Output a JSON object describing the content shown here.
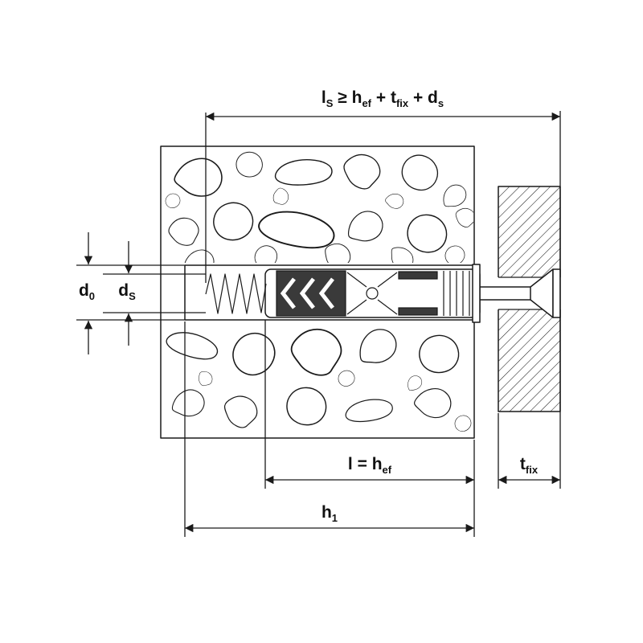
{
  "diagram": {
    "kind": "anchor-installation-technical-drawing",
    "colors": {
      "line": "#1a1a1a",
      "anchor_dark": "#3a3a3a",
      "anchor_light": "#ececec",
      "background": "#ffffff"
    }
  },
  "labels": {
    "top_formula": [
      {
        "t": "l",
        "s": "S"
      },
      {
        "t": " ≥ "
      },
      {
        "t": "h",
        "s": "ef"
      },
      {
        "t": " + "
      },
      {
        "t": "t",
        "s": "fix"
      },
      {
        "t": " + "
      },
      {
        "t": "d",
        "s": "s"
      }
    ],
    "d0": [
      {
        "t": "d",
        "s": "0"
      }
    ],
    "ds": [
      {
        "t": "d",
        "s": "S"
      }
    ],
    "l_hef": [
      {
        "t": "l = "
      },
      {
        "t": "h",
        "s": "ef"
      }
    ],
    "tfix": [
      {
        "t": "t",
        "s": "fix"
      }
    ],
    "h1": [
      {
        "t": "h",
        "s": "1"
      }
    ]
  }
}
